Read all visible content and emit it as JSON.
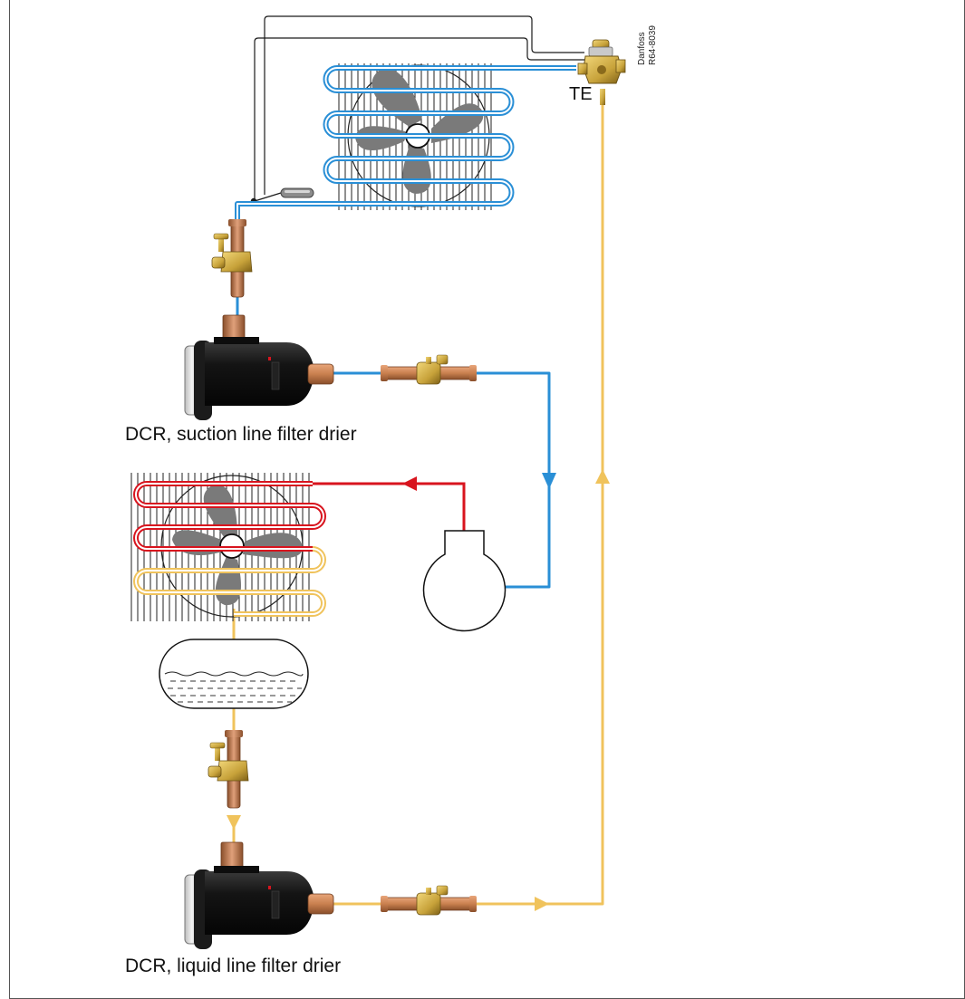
{
  "labels": {
    "te": "TE",
    "suction_filter": "DCR, suction line filter drier",
    "liquid_filter": "DCR, liquid line filter drier",
    "brand": "Danfoss",
    "code": "R64-8039"
  },
  "colors": {
    "suction_line": "#2a8fd6",
    "discharge_line": "#d8141e",
    "liquid_line": "#f0c35c",
    "capillary": "#1a1a1a",
    "fan_blade": "#7a7a7a",
    "copper": "#c9804f",
    "brass": "#c7a23a",
    "filter_body": "#141414"
  },
  "components": [
    "evaporator",
    "thermostatic-expansion-valve",
    "suction-shutoff-valve",
    "suction-filter-drier",
    "suction-ball-valve",
    "compressor",
    "condenser",
    "receiver",
    "liquid-shutoff-valve",
    "liquid-filter-drier",
    "liquid-ball-valve"
  ]
}
